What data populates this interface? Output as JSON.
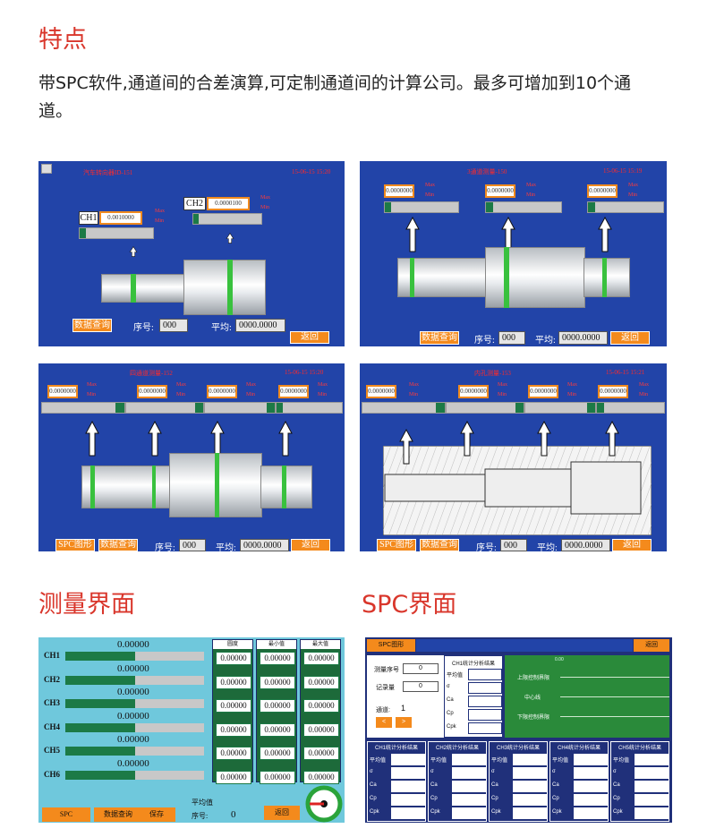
{
  "features": {
    "title": "特点",
    "desc": "带SPC软件,通道间的合差演算,可定制通道间的计算公司。最多可增加到10个通道。"
  },
  "panel1": {
    "title": "汽车转向器ID-151",
    "time": "15-06-15 15:20",
    "ch1_label": "CH1",
    "ch1_value": "0.0010000",
    "ch2_label": "CH2",
    "ch2_value": "0.0000100",
    "max": "Max",
    "min": "Min",
    "query_label": "数据查询",
    "seq_label": "序号:",
    "seq_value": "000",
    "avg_label": "平均:",
    "avg_value": "0000.0000",
    "back_label": "返回",
    "gauge1_level": 0.08,
    "gauge2_level": 0.08
  },
  "panel2": {
    "title": "3通道测量-150",
    "time": "15-06-15 15:19",
    "values": [
      "0.0000000",
      "0.0000000",
      "0.0000000"
    ],
    "max": "Max",
    "min": "Min",
    "query_label": "数据查询",
    "seq_label": "序号:",
    "seq_value": "000",
    "avg_label": "平均:",
    "avg_value": "0000.0000",
    "back_label": "返回"
  },
  "panel3": {
    "title": "四通道测量-152",
    "time": "15-06-15 15:20",
    "values": [
      "0.0000000",
      "0.0000000",
      "0.0000000",
      "0.0000000"
    ],
    "max": "Max",
    "min": "Min",
    "spc_label": "SPC图形",
    "query_label": "数据查询",
    "seq_label": "序号:",
    "seq_value": "000",
    "avg_label": "平均:",
    "avg_value": "0000.0000",
    "back_label": "返回"
  },
  "panel4": {
    "title": "内孔测量-153",
    "time": "15-06-15 15:21",
    "values": [
      "0.0000000",
      "0.0000000",
      "0.0000000",
      "0.0000000"
    ],
    "max": "Max",
    "min": "Min",
    "spc_label": "SPC图形",
    "query_label": "数据查询",
    "seq_label": "序号:",
    "seq_value": "000",
    "avg_label": "平均:",
    "avg_value": "0000.0000",
    "back_label": "返回"
  },
  "measure": {
    "title": "测量界面",
    "channels": [
      {
        "name": "CH1",
        "value": "0.00000",
        "level": 0.5
      },
      {
        "name": "CH2",
        "value": "0.00000",
        "level": 0.5
      },
      {
        "name": "CH3",
        "value": "0.00000",
        "level": 0.5
      },
      {
        "name": "CH4",
        "value": "0.00000",
        "level": 0.5
      },
      {
        "name": "CH5",
        "value": "0.00000",
        "level": 0.5
      },
      {
        "name": "CH6",
        "value": "0.00000",
        "level": 0.5
      }
    ],
    "col_headers": [
      "圆度",
      "最小值",
      "最大值"
    ],
    "cell_value": "0.00000",
    "avg_label": "平均值",
    "seq_label": "序号:",
    "seq_value": "0",
    "buttons": [
      "SPC",
      "数据查询",
      "保存"
    ],
    "back_label": "返回",
    "colors": {
      "bg": "#6fc8dc",
      "bar": "#1c7a46"
    }
  },
  "spc": {
    "title": "SPC界面",
    "tab_label": "SPC图形",
    "back_label": "返回",
    "seq_label": "测量序号",
    "seq_value": "0",
    "count_label": "记录量",
    "count_value": "0",
    "channel_label": "通道:",
    "channel_value": "1",
    "ch1_stats_title": "CH1统计分析结果",
    "stat_labels": [
      "平均值",
      "σ",
      "Ca",
      "Cp",
      "Cpk"
    ],
    "upper_limit": "上限控制界限",
    "center_line": "中心线",
    "lower_limit": "下限控制界限",
    "chart_cap": "0.00",
    "bottom_titles": [
      "CH1统计分析结果",
      "CH2统计分析结果",
      "CH3统计分析结果",
      "CH4统计分析结果",
      "CH5统计分析结果"
    ]
  }
}
